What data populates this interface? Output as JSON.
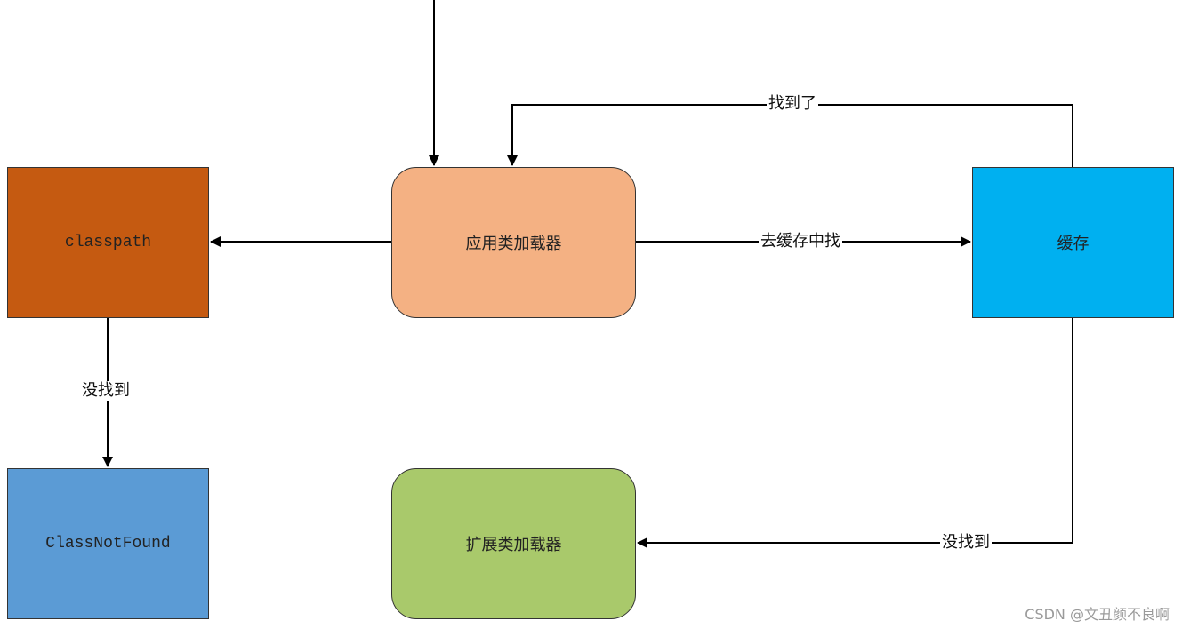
{
  "nodes": {
    "classpath": {
      "label": "classpath",
      "fill": "#C55A11"
    },
    "app_loader": {
      "label": "应用类加载器",
      "fill": "#F4B183"
    },
    "cache": {
      "label": "缓存",
      "fill": "#00B0F0"
    },
    "classnotfound": {
      "label": "ClassNotFound",
      "fill": "#5B9BD5"
    },
    "ext_loader": {
      "label": "扩展类加载器",
      "fill": "#A9C96B"
    }
  },
  "edges": {
    "go_cache": "去缓存中找",
    "found": "找到了",
    "not_found_cp": "没找到",
    "not_found_cache": "没找到"
  },
  "colors": {
    "line": "#000000",
    "border": "#333333"
  },
  "watermark": "CSDN @文丑颜不良啊"
}
